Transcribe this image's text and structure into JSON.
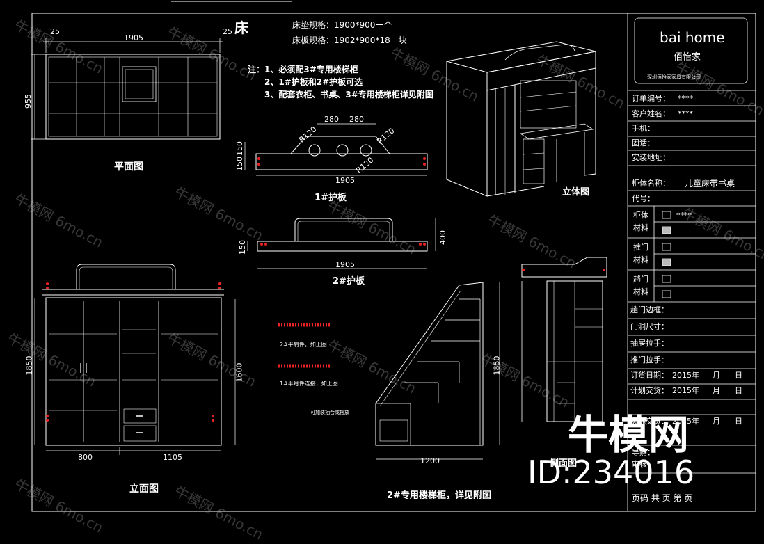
{
  "bed": {
    "title": "床",
    "spec1": "床垫规格：1900*900一个",
    "spec2": "床板规格：1902*900*18一块",
    "notes": [
      "注：1、必须配3#专用楼梯柜",
      "2、1#护板和2#护板可选",
      "3、配套衣柜、书桌、3#专用楼梯柜详见附图"
    ]
  },
  "plan": {
    "title": "平面图",
    "dims": {
      "left": "25",
      "width": "1905",
      "right": "25",
      "depth": "955"
    }
  },
  "guard1": {
    "title": "1#护板",
    "dims": {
      "d1": "280",
      "d2": "280",
      "len": "1905",
      "h1": "150",
      "h2": "150",
      "r1": "R120",
      "r2": "R120",
      "r3": "R120"
    }
  },
  "guard2": {
    "title": "2#护板",
    "dims": {
      "len": "1905",
      "h": "150",
      "total": "400"
    }
  },
  "iso": {
    "title": "立体图"
  },
  "elevation": {
    "title": "立面图",
    "dims": {
      "left": "800",
      "right": "1105",
      "height": "1850",
      "inner": "1600"
    }
  },
  "hardware": {
    "note1": "2#平肩件，如上图",
    "note2": "1#半月件连接，如上图"
  },
  "stairs": {
    "title": "2#专用楼梯柜，详见附图",
    "note": "可加装抽合或摆放",
    "dims": {
      "width": "1200",
      "height": "1850"
    }
  },
  "side": {
    "title": "侧面图"
  },
  "titleblock": {
    "logo": "bai home",
    "brand": "佰怡家",
    "company": "深圳佰怡家家具有限公司",
    "rows": [
      {
        "label": "订单编号：",
        "value": "****"
      },
      {
        "label": "客户姓名：",
        "value": "****"
      },
      {
        "label": "手机：",
        "value": ""
      },
      {
        "label": "固话：",
        "value": ""
      },
      {
        "label": "安装地址：",
        "value": ""
      },
      {
        "label": "柜体名称：",
        "value": "儿童床带书桌"
      },
      {
        "label": "代号：",
        "value": ""
      }
    ],
    "materials": [
      {
        "label1": "柜体",
        "label2": "材料",
        "val": "****"
      },
      {
        "label1": "推门",
        "label2": "材料",
        "val": ""
      },
      {
        "label1": "趟门",
        "label2": "材料",
        "val": ""
      }
    ],
    "rows2": [
      {
        "label": "趟门边框：",
        "value": ""
      },
      {
        "label": "门洞尺寸：",
        "value": ""
      },
      {
        "label": "抽屉拉手：",
        "value": ""
      },
      {
        "label": "推门拉手：",
        "value": ""
      }
    ],
    "dates": [
      {
        "label": "订货日期：",
        "year": "2015年",
        "m": "月",
        "d": "日"
      },
      {
        "label": "计划交货：",
        "year": "2015年",
        "m": "月",
        "d": "日"
      },
      {
        "label": "实际交货：",
        "year": "2015年",
        "m": "月",
        "d": "日"
      }
    ],
    "guide": "导购：",
    "review": "审核：",
    "footer": "页码  共  页 第  页"
  },
  "watermark": {
    "site": "6mo.cn",
    "big": "牛模网",
    "id": "ID:234016"
  }
}
